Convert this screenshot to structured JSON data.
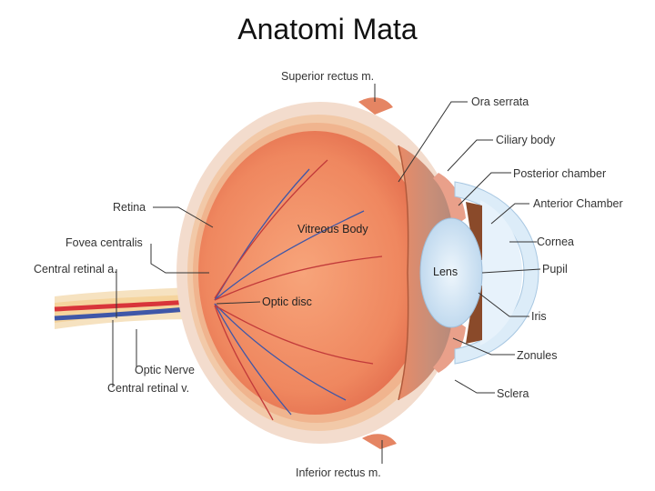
{
  "title": "Anatomi Mata",
  "labels": {
    "superior_rectus": "Superior rectus m.",
    "ora_serrata": "Ora serrata",
    "ciliary_body": "Ciliary body",
    "posterior_chamber": "Posterior chamber",
    "anterior_chamber": "Anterior Chamber",
    "cornea": "Cornea",
    "pupil": "Pupil",
    "iris": "Iris",
    "zonules": "Zonules",
    "sclera": "Sclera",
    "inferior_rectus": "Inferior rectus m.",
    "retina": "Retina",
    "fovea_centralis": "Fovea centralis",
    "central_retinal_a": "Central retinal a.",
    "optic_nerve": "Optic Nerve",
    "central_retinal_v": "Central retinal v.",
    "vitreous_body": "Vitreous Body",
    "optic_disc": "Optic disc",
    "lens": "Lens"
  },
  "colors": {
    "sclera": "#f3dccd",
    "choroid": "#f2c9a8",
    "vitreous": "#ef8a64",
    "artery": "#d8343a",
    "vein": "#3f57a8",
    "lens": "#cfe3f3",
    "cornea": "#dcecf8",
    "iris": "#8a4a2a"
  }
}
